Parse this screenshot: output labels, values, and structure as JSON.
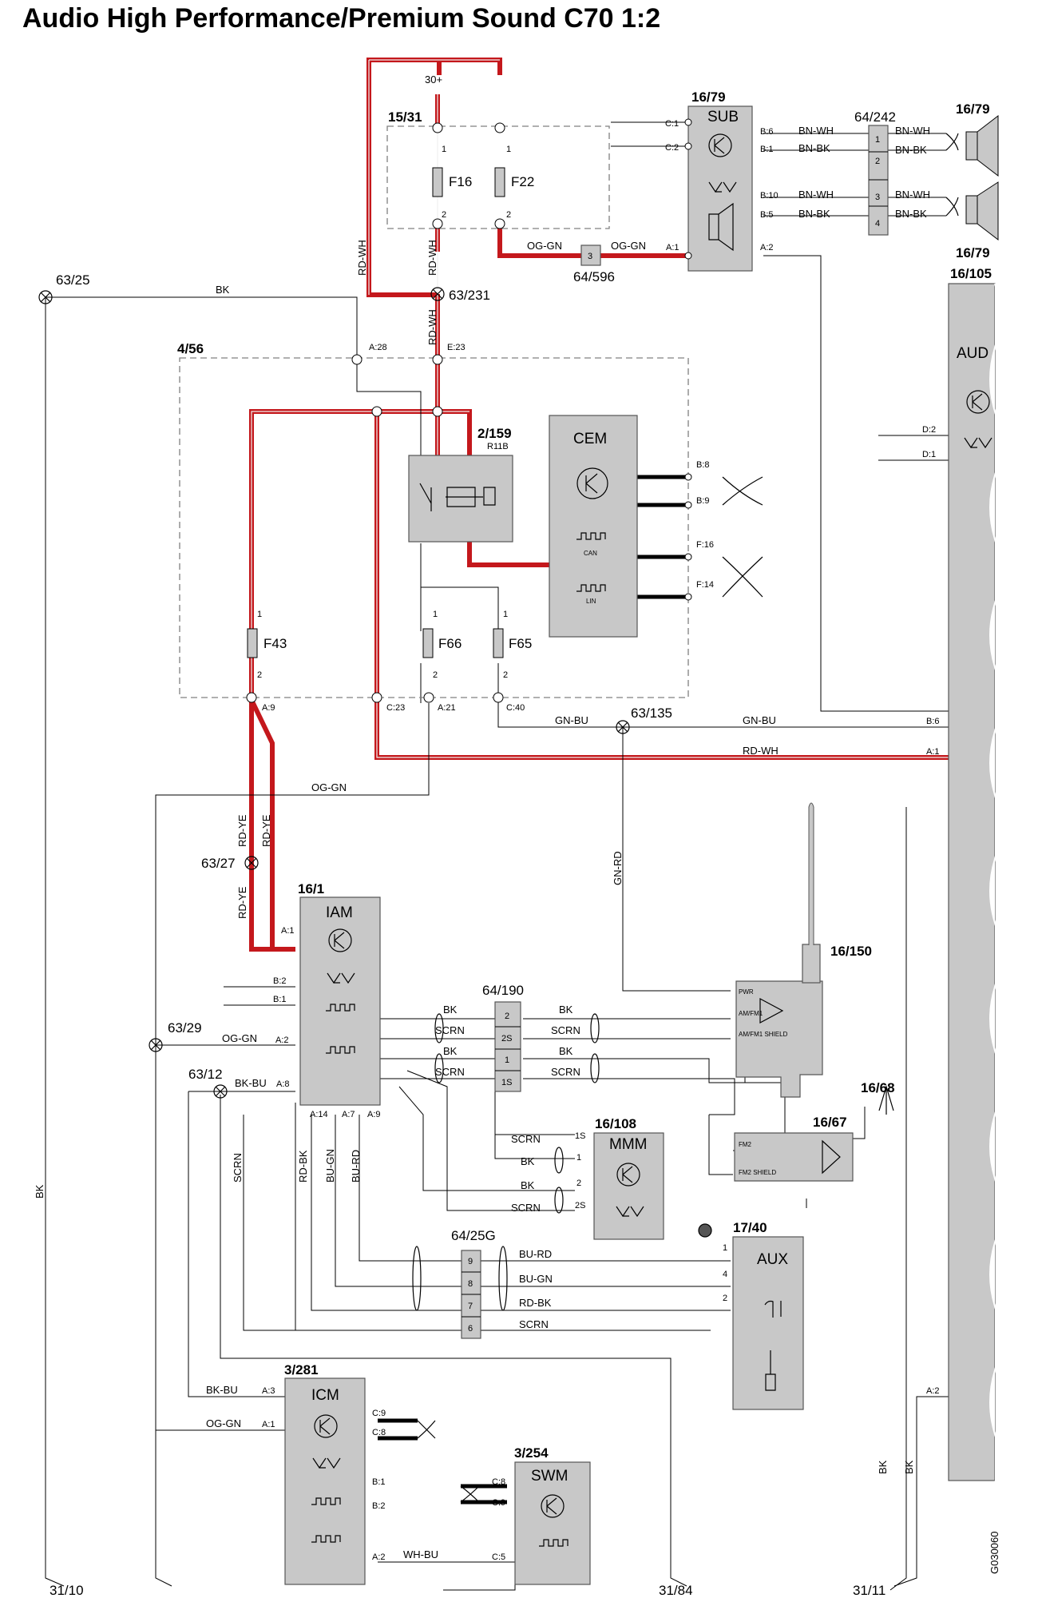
{
  "title": "Audio High Performance/Premium Sound C70 1:2",
  "power": {
    "label": "30+"
  },
  "fusebox_1531": {
    "ref": "15/31",
    "fuses": [
      "F16",
      "F22"
    ]
  },
  "sub": {
    "ref": "16/79",
    "name": "SUB",
    "pins": [
      "C:1",
      "C:2",
      "B:6",
      "B:1",
      "B:10",
      "B:5",
      "A:1",
      "A:2"
    ]
  },
  "connector_64242": {
    "ref": "64/242",
    "pins": [
      "1",
      "2",
      "3",
      "4"
    ]
  },
  "speakers": {
    "ref_top": "16/79",
    "ref_bottom": "16/79"
  },
  "connector_64596": {
    "ref": "64/596",
    "pin": "3"
  },
  "aud": {
    "ref": "16/105",
    "name": "AUD",
    "pins": [
      "D:2",
      "D:1",
      "B:6",
      "A:1",
      "A:2"
    ]
  },
  "grounds": {
    "g6325": "63/25",
    "g63231": "63/231",
    "g63135": "63/135",
    "g6327": "63/27",
    "g6329": "63/29",
    "g6312": "63/12"
  },
  "cem_box": {
    "ref": "4/56",
    "pins": [
      "A:28",
      "E:23",
      "A:9",
      "C:23",
      "A:21",
      "C:40"
    ],
    "fuses": [
      "F43",
      "F66",
      "F65"
    ]
  },
  "relay": {
    "ref": "2/159",
    "sub": "R11B"
  },
  "cem": {
    "name": "CEM",
    "pins": [
      "B:8",
      "B:9",
      "F:16",
      "F:14"
    ],
    "can": "CAN",
    "lin": "LIN"
  },
  "iam": {
    "ref": "16/1",
    "name": "IAM",
    "pins": [
      "A:1",
      "B:2",
      "B:1",
      "A:2",
      "A:8",
      "A:14",
      "A:7",
      "A:9"
    ]
  },
  "connector_64190": {
    "ref": "64/190",
    "pins": [
      "2",
      "2S",
      "1",
      "1S"
    ]
  },
  "antenna": {
    "ref": "16/150",
    "pins": [
      "PWR",
      "AM/FM1",
      "AM/FM1 SHIELD"
    ]
  },
  "fm2": {
    "ref": "16/67",
    "pins": [
      "FM2",
      "FM2 SHIELD"
    ]
  },
  "antenna2": {
    "ref": "16/68"
  },
  "mmm": {
    "ref": "16/108",
    "name": "MMM",
    "pins": [
      "1S",
      "1",
      "2",
      "2S"
    ]
  },
  "aux": {
    "ref": "17/40",
    "name": "AUX",
    "pins": [
      "1",
      "4",
      "2"
    ]
  },
  "connector_6425g": {
    "ref": "64/25G",
    "pins": [
      "9",
      "8",
      "7",
      "6"
    ]
  },
  "icm": {
    "ref": "3/281",
    "name": "ICM",
    "pins": [
      "A:3",
      "A:1",
      "C:9",
      "C:8",
      "B:1",
      "B:2",
      "A:2"
    ]
  },
  "swm": {
    "ref": "3/254",
    "name": "SWM",
    "pins": [
      "C:8",
      "C:9",
      "C:5"
    ]
  },
  "earths": [
    "31/10",
    "31/84",
    "31/11"
  ],
  "wires": {
    "bk": "BK",
    "rdwh": "RD-WH",
    "oggn": "OG-GN",
    "gnbu": "GN-BU",
    "rdye": "RD-YE",
    "gnrd": "GN-RD",
    "bnwh": "BN-WH",
    "bnbk": "BN-BK",
    "scrn": "SCRN",
    "bkbu": "BK-BU",
    "rdbk": "RD-BK",
    "bugn": "BU-GN",
    "burd": "BU-RD",
    "whbu": "WH-BU"
  },
  "figure_id": "G030060",
  "colors": {
    "power_wire": "#c4181c",
    "module_fill": "#c8c8c8"
  }
}
